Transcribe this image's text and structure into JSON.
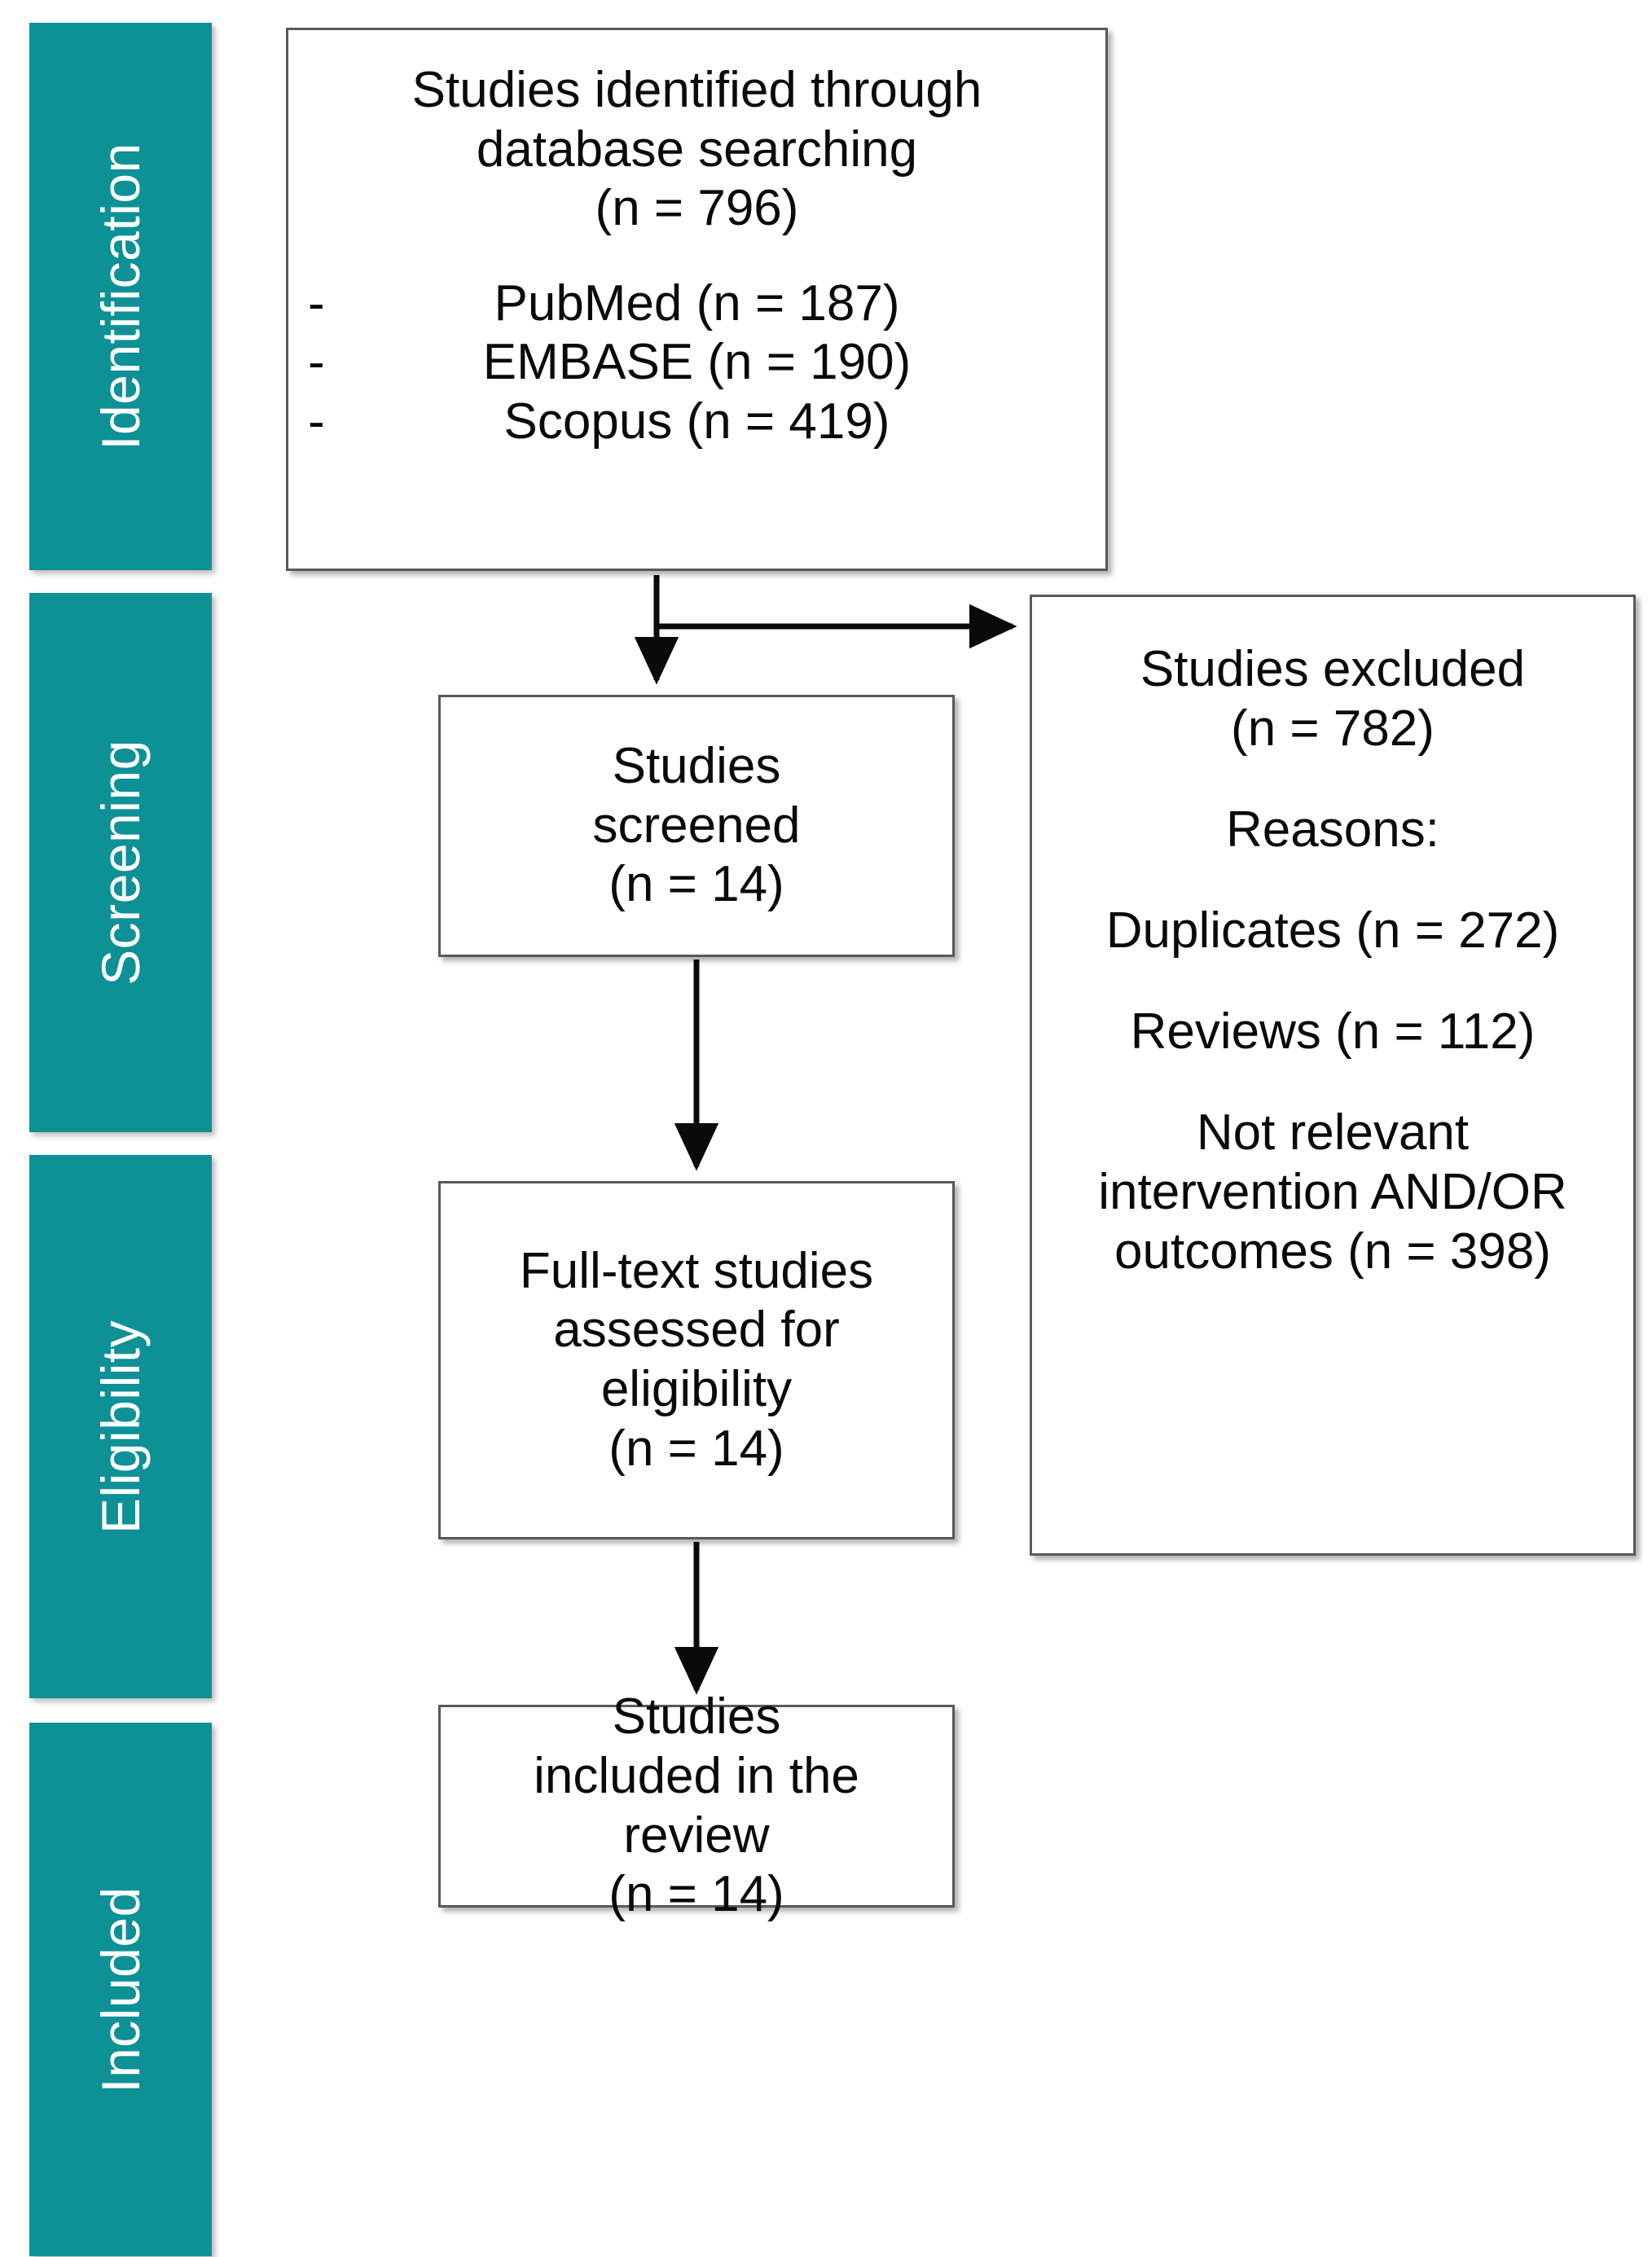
{
  "diagram": {
    "title": "PRISMA study selection flow diagram",
    "accent_color": "#0d9196",
    "box_border_color": "#595959",
    "background_color": "#ffffff",
    "text_color": "#0a0a0a"
  },
  "stages": [
    {
      "id": "identification",
      "label": "Identification"
    },
    {
      "id": "screening",
      "label": "Screening"
    },
    {
      "id": "eligibility",
      "label": "Eligibility"
    },
    {
      "id": "included",
      "label": "Included"
    }
  ],
  "boxes": {
    "identified": {
      "line1": "Studies identified through",
      "line2": "database searching",
      "line3": "(n = 796)",
      "databases": [
        {
          "dash": "-",
          "text": "PubMed (n = 187)"
        },
        {
          "dash": "-",
          "text": "EMBASE (n = 190)"
        },
        {
          "dash": "-",
          "text": "Scopus (n = 419)"
        }
      ]
    },
    "screened": {
      "line1": "Studies",
      "line2": "screened",
      "line3": "(n = 14)"
    },
    "eligibility": {
      "line1": "Full-text studies",
      "line2": "assessed for",
      "line3": "eligibility",
      "line4": "(n = 14)"
    },
    "included": {
      "line1": "Studies",
      "line2": "included in the",
      "line3": "review",
      "line4": "(n = 14)"
    },
    "excluded": {
      "line1": "Studies excluded",
      "line2": "(n = 782)",
      "line3": "Reasons:",
      "line4": "Duplicates (n = 272)",
      "line5": "Reviews (n = 112)",
      "line6": "Not relevant",
      "line7": "intervention AND/OR",
      "line8": "outcomes (n = 398)"
    }
  },
  "chart_data": {
    "type": "diagram",
    "title": "PRISMA flow of study selection",
    "nodes": [
      {
        "id": "identified",
        "stage": "Identification",
        "label": "Studies identified through database searching",
        "n": 796
      },
      {
        "id": "pubmed",
        "stage": "Identification",
        "label": "PubMed",
        "n": 187
      },
      {
        "id": "embase",
        "stage": "Identification",
        "label": "EMBASE",
        "n": 190
      },
      {
        "id": "scopus",
        "stage": "Identification",
        "label": "Scopus",
        "n": 419
      },
      {
        "id": "screened",
        "stage": "Screening",
        "label": "Studies screened",
        "n": 14
      },
      {
        "id": "excluded",
        "stage": "Screening",
        "label": "Studies excluded",
        "n": 782
      },
      {
        "id": "dup",
        "stage": "Screening",
        "label": "Duplicates",
        "n": 272
      },
      {
        "id": "rev",
        "stage": "Screening",
        "label": "Reviews",
        "n": 112
      },
      {
        "id": "notrel",
        "stage": "Screening",
        "label": "Not relevant intervention AND/OR outcomes",
        "n": 398
      },
      {
        "id": "eligibility",
        "stage": "Eligibility",
        "label": "Full-text studies assessed for eligibility",
        "n": 14
      },
      {
        "id": "included",
        "stage": "Included",
        "label": "Studies included in the review",
        "n": 14
      }
    ],
    "edges": [
      {
        "from": "identified",
        "to": "screened",
        "type": "arrow-down"
      },
      {
        "from": "identified",
        "to": "excluded",
        "type": "arrow-right"
      },
      {
        "from": "screened",
        "to": "eligibility",
        "type": "arrow-down"
      },
      {
        "from": "eligibility",
        "to": "included",
        "type": "arrow-down"
      }
    ]
  }
}
